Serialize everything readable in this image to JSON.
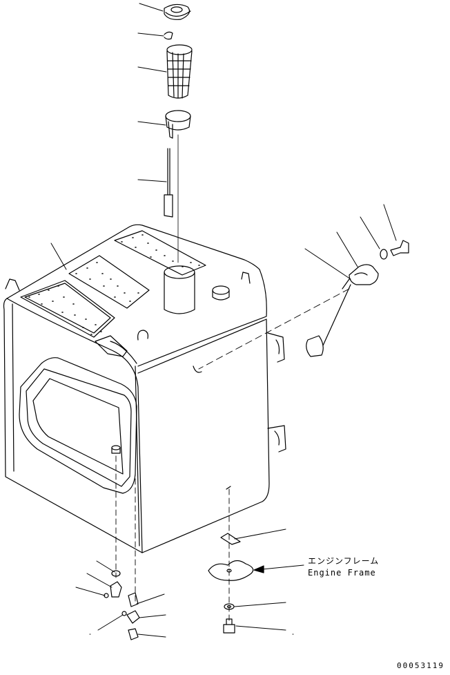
{
  "callout": {
    "japanese": "エンジンフレーム",
    "english": "Engine Frame"
  },
  "drawing_number": "00053119",
  "colors": {
    "ink": "#000000",
    "paper": "#ffffff"
  }
}
